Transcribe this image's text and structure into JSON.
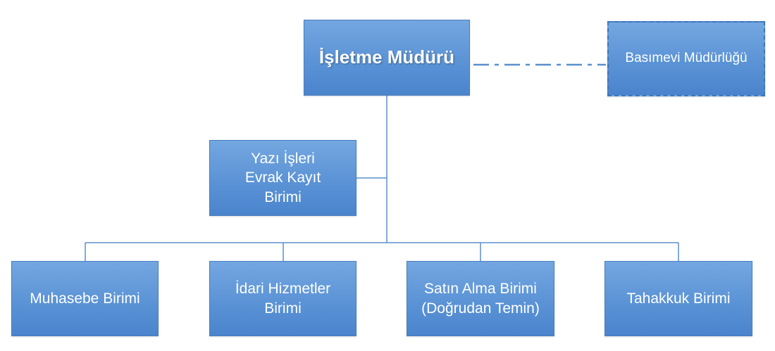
{
  "diagram": {
    "top": {
      "label": "İşletme Müdürü"
    },
    "side": {
      "label": "Basımevi Müdürlüğü"
    },
    "staff": {
      "label": "Yazı İşleri\nEvrak Kayıt\nBirimi"
    },
    "units": [
      {
        "label": "Muhasebe Birimi"
      },
      {
        "label": "İdari Hizmetler\nBirimi"
      },
      {
        "label": "Satın Alma Birimi\n(Doğrudan Temin)"
      },
      {
        "label": "Tahakkuk Birimi"
      }
    ]
  },
  "colors": {
    "box_fill": "#5b93d6",
    "box_border": "#4a7ec0",
    "connector": "#5b8fcf",
    "text": "#ffffff"
  }
}
